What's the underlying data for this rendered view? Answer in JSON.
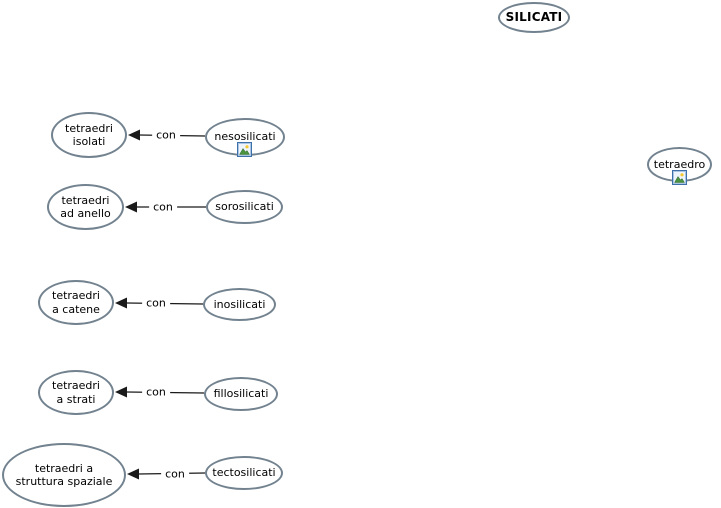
{
  "map": {
    "topic": "SILICATI",
    "language": "it"
  },
  "colors": {
    "node_border": "#72828f",
    "node_fill": "#ffffff",
    "text": "#000000",
    "connector": "#1a1a1a",
    "icon_frame": "#3d6fa8",
    "icon_sun": "#f5c832",
    "icon_mountain": "#4a9140"
  },
  "nodes": [
    {
      "id": "silicati",
      "label": "SILICATI",
      "bold": true,
      "has_image_icon": false
    },
    {
      "id": "tetraedro",
      "label": "tetraedro",
      "bold": false,
      "has_image_icon": true
    },
    {
      "id": "tetraedri-isolati",
      "label": "tetraedri\nisolati",
      "bold": false,
      "has_image_icon": false
    },
    {
      "id": "nesosilicati",
      "label": "nesosilicati",
      "bold": false,
      "has_image_icon": true
    },
    {
      "id": "tetraedri-ad-anello",
      "label": "tetraedri\nad anello",
      "bold": false,
      "has_image_icon": false
    },
    {
      "id": "sorosilicati",
      "label": "sorosilicati",
      "bold": false,
      "has_image_icon": false
    },
    {
      "id": "tetraedri-a-catene",
      "label": "tetraedri\na catene",
      "bold": false,
      "has_image_icon": false
    },
    {
      "id": "inosilicati",
      "label": "inosilicati",
      "bold": false,
      "has_image_icon": false
    },
    {
      "id": "tetraedri-a-strati",
      "label": "tetraedri\na strati",
      "bold": false,
      "has_image_icon": false
    },
    {
      "id": "fillosilicati",
      "label": "fillosilicati",
      "bold": false,
      "has_image_icon": false
    },
    {
      "id": "tetraedri-a-struttura-spaziale",
      "label": "tetraedri a\nstruttura spaziale",
      "bold": false,
      "has_image_icon": false
    },
    {
      "id": "tectosilicati",
      "label": "tectosilicati",
      "bold": false,
      "has_image_icon": false
    }
  ],
  "links": [
    {
      "from": "nesosilicati",
      "label": "con",
      "to": "tetraedri-isolati"
    },
    {
      "from": "sorosilicati",
      "label": "con",
      "to": "tetraedri-ad-anello"
    },
    {
      "from": "inosilicati",
      "label": "con",
      "to": "tetraedri-a-catene"
    },
    {
      "from": "fillosilicati",
      "label": "con",
      "to": "tetraedri-a-strati"
    },
    {
      "from": "tectosilicati",
      "label": "con",
      "to": "tetraedri-a-struttura-spaziale"
    }
  ]
}
